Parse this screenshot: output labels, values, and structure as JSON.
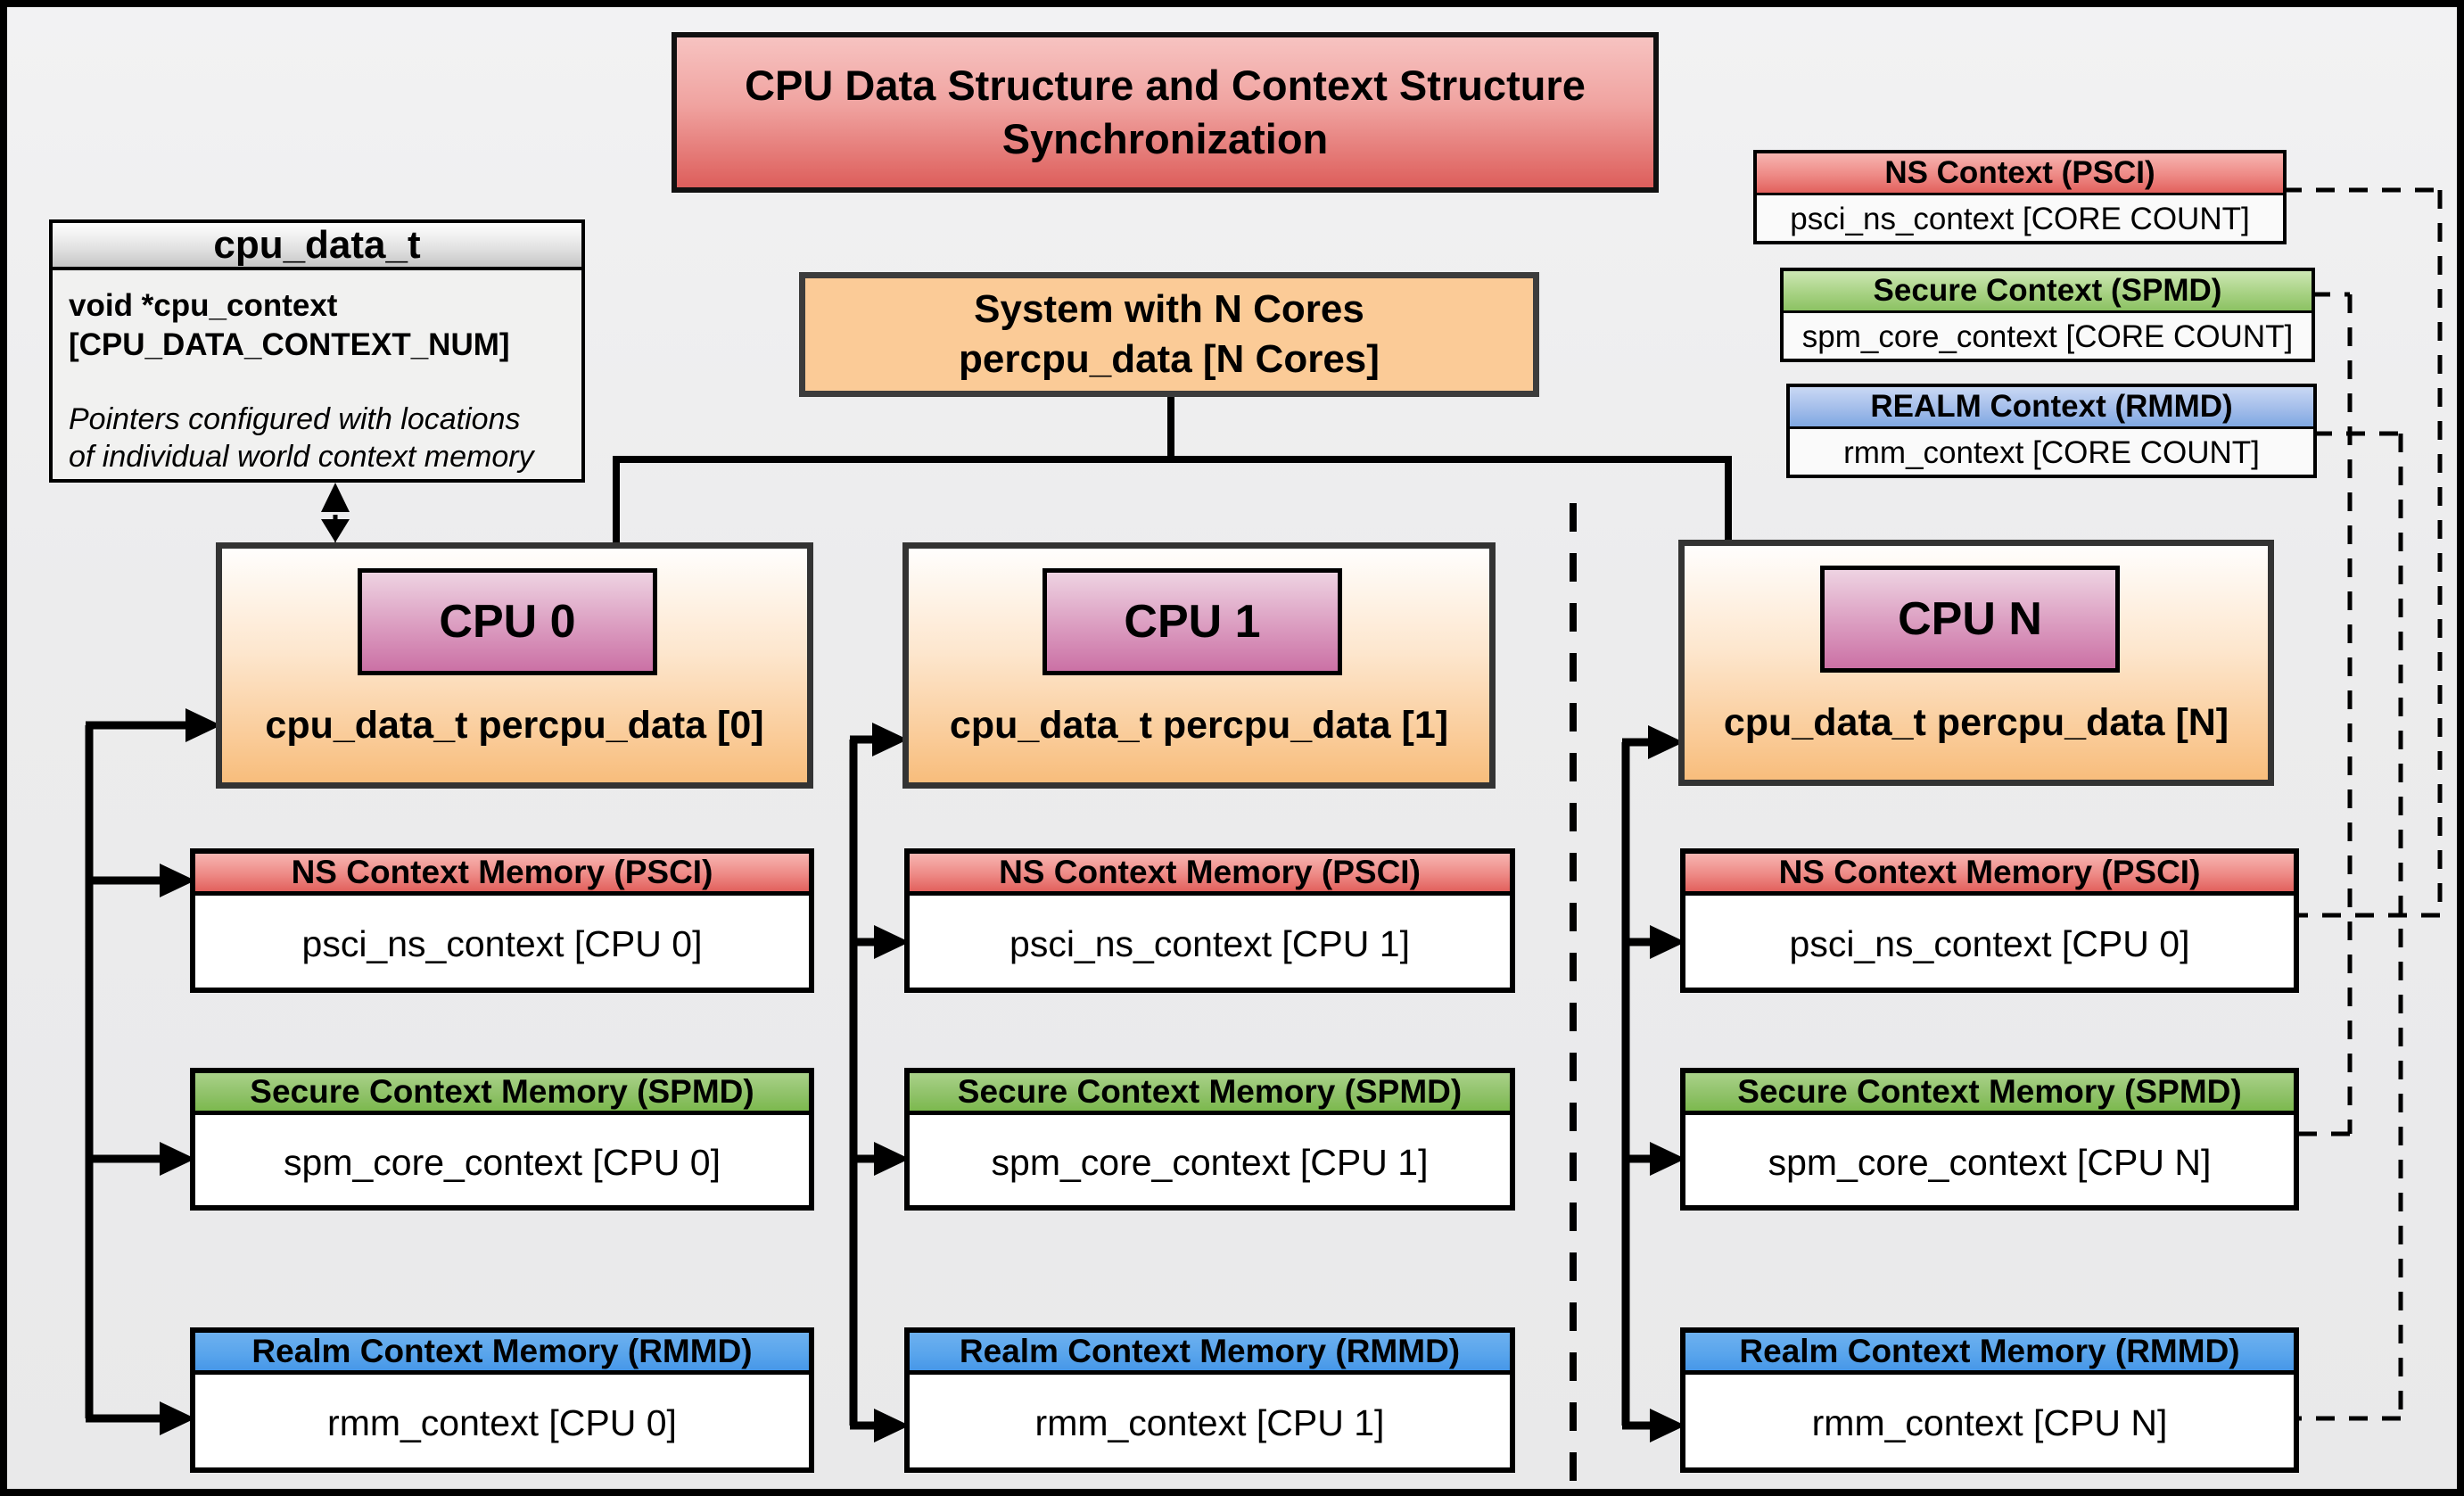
{
  "title": "CPU Data Structure and Context Structure\nSynchronization",
  "cpu_data_t": {
    "header": "cpu_data_t",
    "decl_line1": "void  *cpu_context",
    "decl_line2": "[CPU_DATA_CONTEXT_NUM]",
    "note_line1": "Pointers configured with locations",
    "note_line2": "of individual world context memory"
  },
  "system_box": "System with N Cores\npercpu_data [N Cores]",
  "legend": [
    {
      "title": "NS Context  (PSCI)",
      "body": "psci_ns_context [CORE COUNT]"
    },
    {
      "title": "Secure Context (SPMD)",
      "body": "spm_core_context [CORE COUNT]"
    },
    {
      "title": "REALM Context (RMMD)",
      "body": "rmm_context [CORE COUNT]"
    }
  ],
  "columns": [
    {
      "cpu": "CPU 0",
      "data_label": "cpu_data_t percpu_data [0]",
      "ns": {
        "title": "NS Context Memory (PSCI)",
        "body": "psci_ns_context [CPU 0]"
      },
      "secure": {
        "title": "Secure Context Memory (SPMD)",
        "body": "spm_core_context [CPU 0]"
      },
      "realm": {
        "title": "Realm Context Memory (RMMD)",
        "body": "rmm_context [CPU 0]"
      }
    },
    {
      "cpu": "CPU 1",
      "data_label": "cpu_data_t percpu_data [1]",
      "ns": {
        "title": "NS Context Memory (PSCI)",
        "body": "psci_ns_context [CPU 1]"
      },
      "secure": {
        "title": "Secure Context Memory (SPMD)",
        "body": "spm_core_context [CPU 1]"
      },
      "realm": {
        "title": "Realm Context Memory (RMMD)",
        "body": "rmm_context [CPU 1]"
      }
    },
    {
      "cpu": "CPU N",
      "data_label": "cpu_data_t percpu_data [N]",
      "ns": {
        "title": "NS Context Memory (PSCI)",
        "body": "psci_ns_context [CPU 0]"
      },
      "secure": {
        "title": "Secure Context Memory (SPMD)",
        "body": "spm_core_context [CPU N]"
      },
      "realm": {
        "title": "Realm Context Memory (RMMD)",
        "body": "rmm_context [CPU N]"
      }
    }
  ],
  "colors": {
    "title_red_top": "#f7c3c1",
    "title_red_bottom": "#dd5e5b",
    "system_orange": "#fbcb97",
    "cpu_box_bottom_orange": "#f8bd7c",
    "cpu_inner_pink_top": "#eed3e2",
    "cpu_inner_pink_bottom": "#cb71a5",
    "ns_header_red": "#e2615d",
    "secure_header_green": "#8ec167",
    "realm_header_blue": "#58a4ec",
    "struct_header_gray": "#c6c6c6",
    "line_black": "#000000"
  }
}
